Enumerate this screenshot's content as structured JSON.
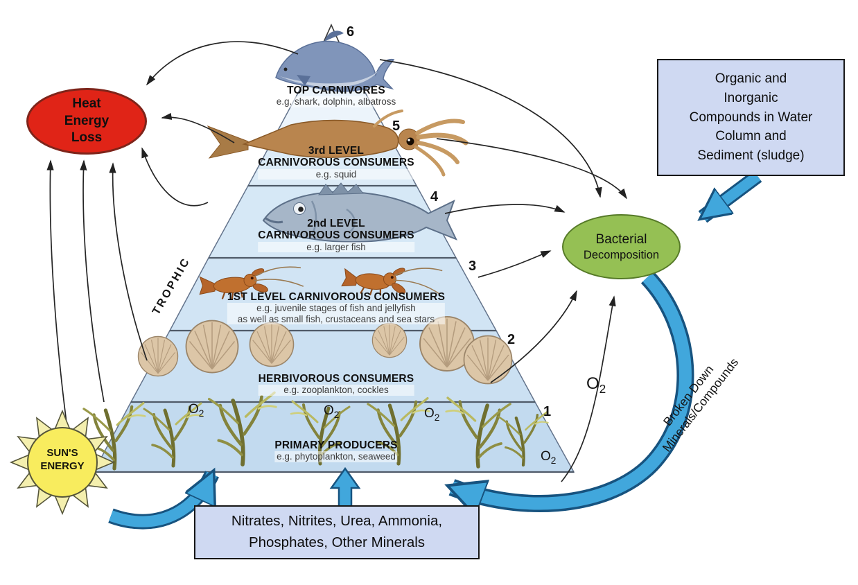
{
  "diagram_title": "Marine trophic pyramid energy and nutrient flow",
  "colors": {
    "heat_node": "#e02417",
    "sun_node": "#f8ec5e",
    "bacteria_node": "#95c054",
    "info_box": "#cfd9f2",
    "blue_arrow": "#41a7dc",
    "pyramid_band": "#cde2f3"
  },
  "trophic_label": "TROPHIC",
  "heat_node": {
    "lines": [
      "Heat",
      "Energy",
      "Loss"
    ]
  },
  "sun_node": {
    "lines": [
      "SUN'S",
      "ENERGY"
    ]
  },
  "bacteria_node": {
    "lines": [
      "Bacterial",
      "Decomposition"
    ]
  },
  "organic_box": {
    "lines": [
      "Organic and",
      "Inorganic",
      "Compounds in Water",
      "Column and",
      "Sediment (sludge)"
    ]
  },
  "nitrates_box": {
    "lines": [
      "Nitrates, Nitrites, Urea, Ammonia,",
      "Phosphates, Other Minerals"
    ]
  },
  "broken_down_label": {
    "lines": [
      "Broken Down",
      "Minerals/Compounds"
    ]
  },
  "o2": {
    "base": "O",
    "sub": "2"
  },
  "pyramid": {
    "levels": [
      {
        "number": "6",
        "title_lines": [
          "TOP CARNIVORES"
        ],
        "example_lines": [
          "e.g. shark, dolphin, albatross"
        ],
        "illustration": "dolphin"
      },
      {
        "number": "5",
        "title_lines": [
          "3rd LEVEL",
          "CARNIVOROUS CONSUMERS"
        ],
        "example_lines": [
          "e.g. squid"
        ],
        "illustration": "squid"
      },
      {
        "number": "4",
        "title_lines": [
          "2nd LEVEL",
          "CARNIVOROUS CONSUMERS"
        ],
        "example_lines": [
          "e.g. larger fish"
        ],
        "illustration": "fish"
      },
      {
        "number": "3",
        "title_lines": [
          "1ST LEVEL CARNIVOROUS CONSUMERS"
        ],
        "example_lines": [
          "e.g. juvenile stages of fish and jellyfish",
          "as well as small fish, crustaceans and sea stars"
        ],
        "illustration": "crayfish"
      },
      {
        "number": "2",
        "title_lines": [
          "HERBIVOROUS CONSUMERS"
        ],
        "example_lines": [
          "e.g. zooplankton, cockles"
        ],
        "illustration": "cockle-shells"
      },
      {
        "number": "1",
        "title_lines": [
          "PRIMARY PRODUCERS"
        ],
        "example_lines": [
          "e.g. phytoplankton, seaweed"
        ],
        "illustration": "seaweed"
      }
    ]
  }
}
